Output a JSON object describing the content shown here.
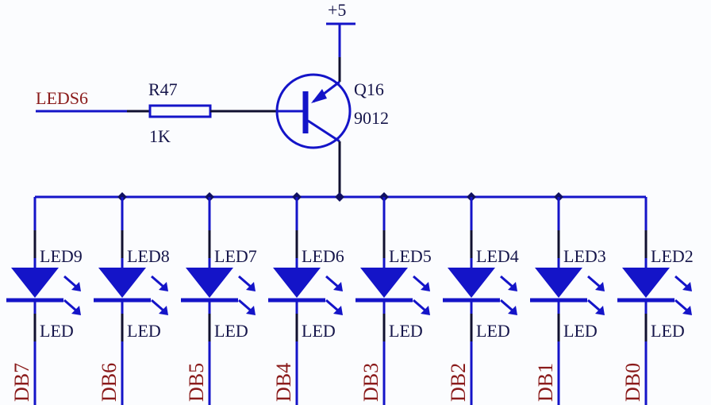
{
  "power": {
    "label": "+5"
  },
  "input": {
    "net_label": "LEDS6"
  },
  "resistor": {
    "ref": "R47",
    "value": "1K"
  },
  "transistor": {
    "ref": "Q16",
    "part": "9012"
  },
  "leds": [
    {
      "ref": "LED9",
      "value": "LED",
      "net": "DB7"
    },
    {
      "ref": "LED8",
      "value": "LED",
      "net": "DB6"
    },
    {
      "ref": "LED7",
      "value": "LED",
      "net": "DB5"
    },
    {
      "ref": "LED6",
      "value": "LED",
      "net": "DB4"
    },
    {
      "ref": "LED5",
      "value": "LED",
      "net": "DB3"
    },
    {
      "ref": "LED4",
      "value": "LED",
      "net": "DB2"
    },
    {
      "ref": "LED3",
      "value": "LED",
      "net": "DB1"
    },
    {
      "ref": "LED2",
      "value": "LED",
      "net": "DB0"
    }
  ],
  "colors": {
    "wire": "#1414c8",
    "net_label": "#8a1a1a",
    "text": "#15154a"
  }
}
